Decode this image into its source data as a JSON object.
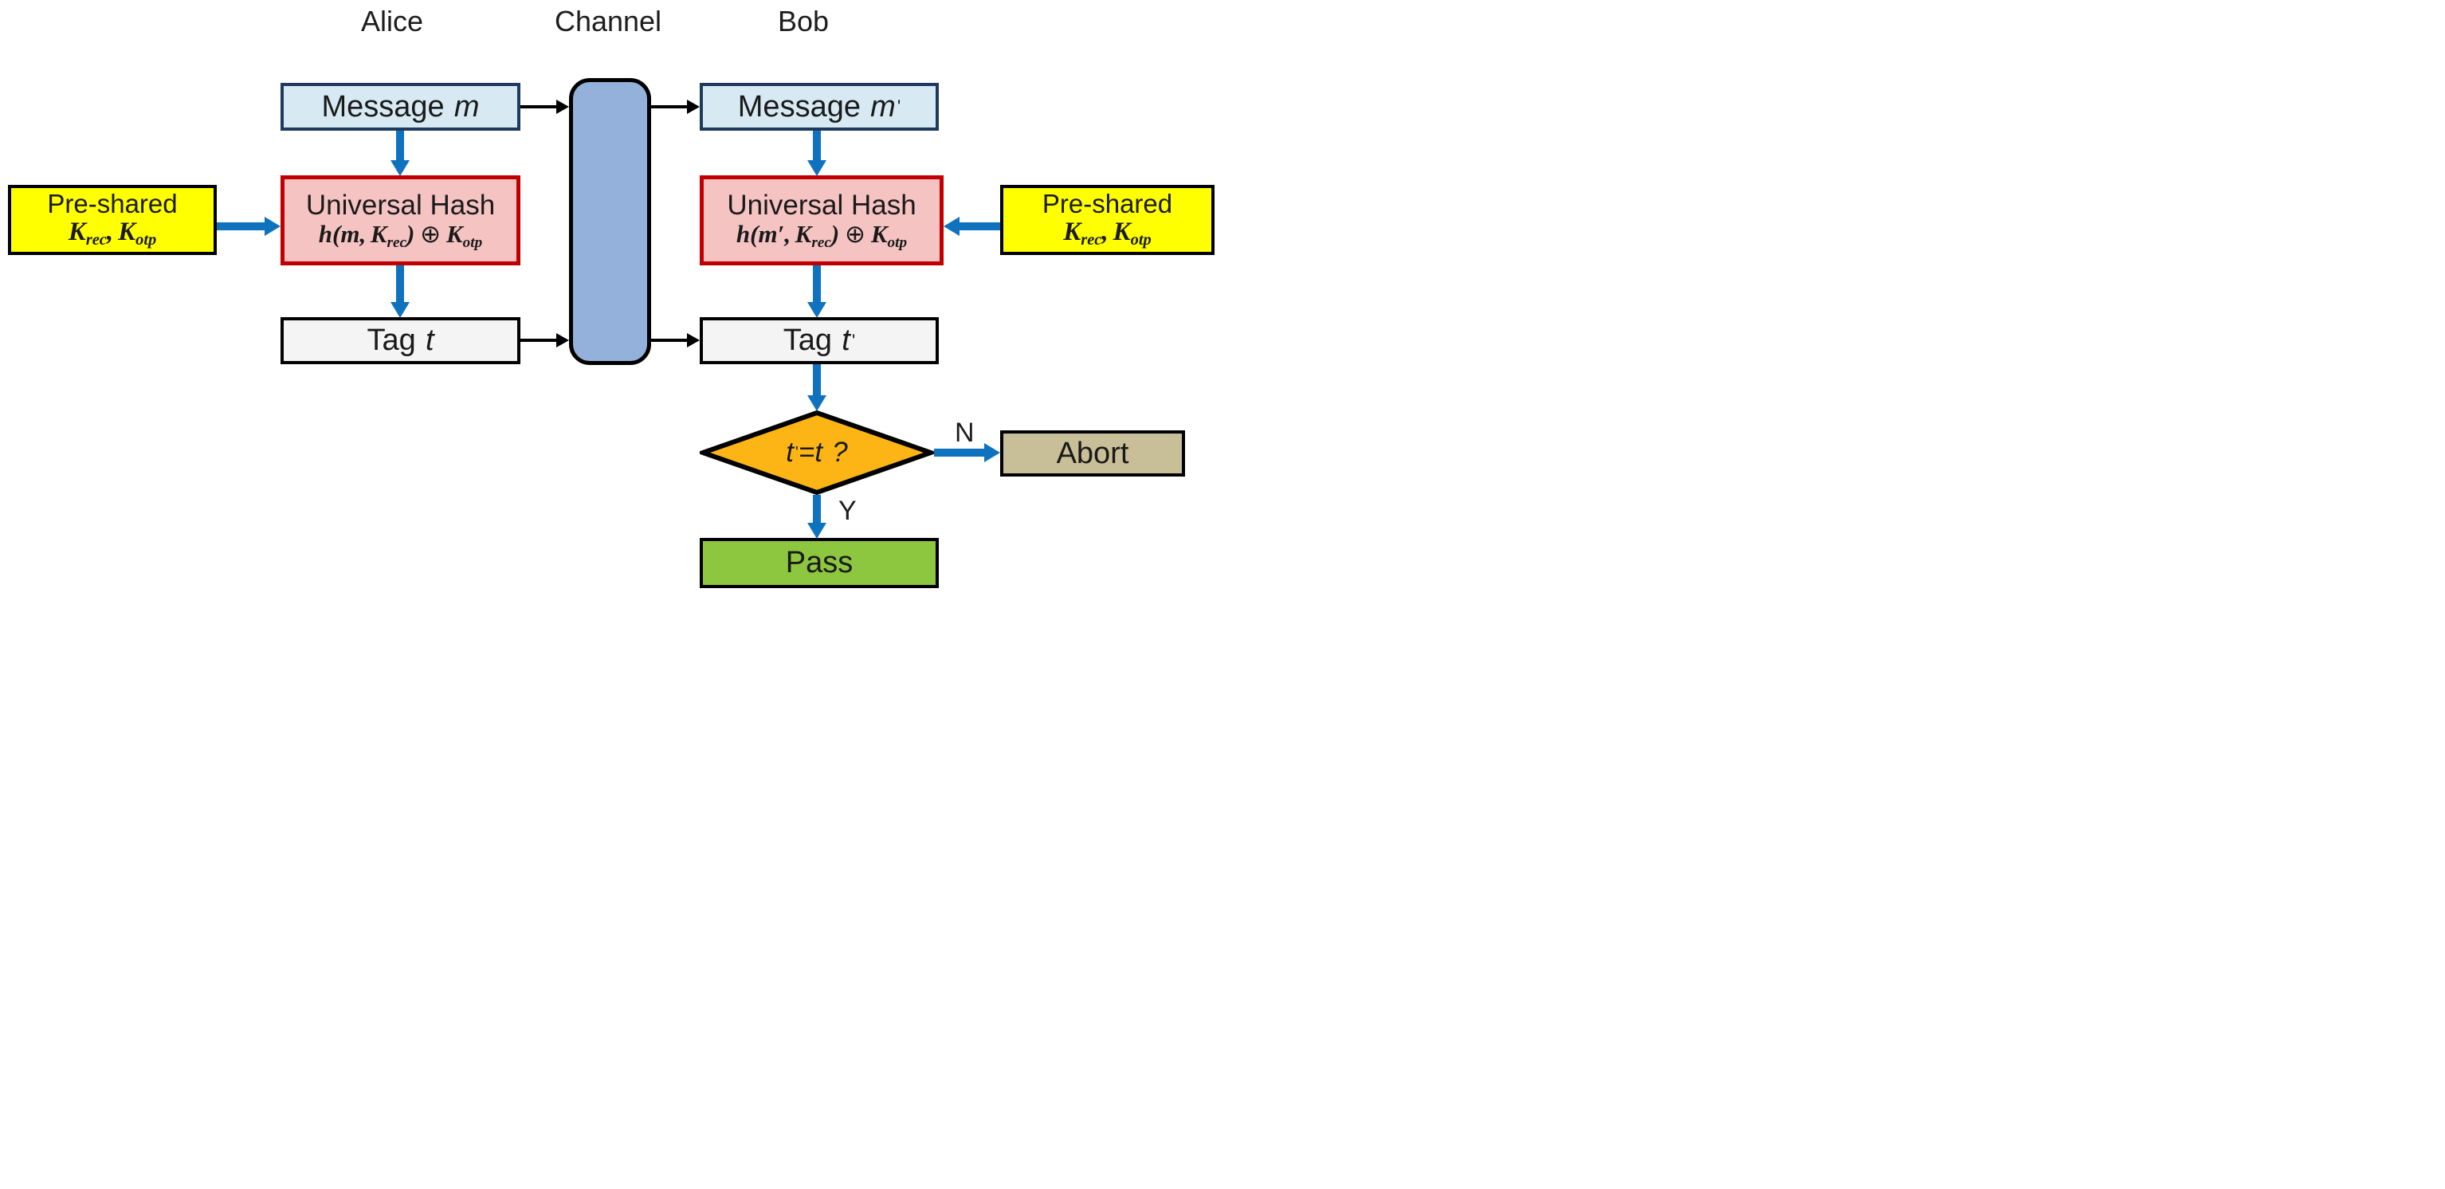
{
  "colors": {
    "message_fill": "#d7eaf4",
    "message_border": "#1f3a5f",
    "hash_fill": "#f6c3c3",
    "hash_border": "#c00000",
    "preshared_fill": "#ffff00",
    "tag_fill": "#f4f4f4",
    "channel_fill": "#93b1da",
    "diamond_fill": "#fdb515",
    "abort_fill": "#c8be97",
    "pass_fill": "#8dc63f",
    "arrow_blue": "#0f72bf",
    "ink": "#000000",
    "text": "#1a1a1a"
  },
  "header": {
    "alice": "Alice",
    "channel_label": "Channel",
    "bob": "Bob"
  },
  "alice_col": {
    "message": {
      "label": "Message",
      "var": "m"
    },
    "hash": {
      "title": "Universal Hash",
      "f": {
        "h": "h",
        "open": "(",
        "arg": "m",
        "comma": ",",
        "k1": "K",
        "sub1": "rec",
        "close": ")",
        "oplus": "⊕",
        "k2": "K",
        "sub2": "otp"
      }
    },
    "tag": {
      "label": "Tag",
      "var": "t"
    },
    "preshared": {
      "line1": "Pre-shared",
      "k1": "K",
      "sub1": "rec",
      "comma": ",",
      "k2": "K",
      "sub2": "otp"
    }
  },
  "bob_col": {
    "message": {
      "label": "Message",
      "var": "m",
      "prime": "'"
    },
    "hash": {
      "title": "Universal Hash",
      "f": {
        "h": "h",
        "open": "(",
        "arg": "m",
        "prime": "′",
        "comma": ",",
        "k1": "K",
        "sub1": "rec",
        "close": ")",
        "oplus": "⊕",
        "k2": "K",
        "sub2": "otp"
      }
    },
    "tag": {
      "label": "Tag",
      "var": "t",
      "prime": "'"
    },
    "preshared": {
      "line1": "Pre-shared",
      "k1": "K",
      "sub1": "rec",
      "comma": ",",
      "k2": "K",
      "sub2": "otp"
    },
    "decision": {
      "t1": "t",
      "prime": "'",
      "eq": "=",
      "t2": "t",
      "q": "?"
    },
    "branch": {
      "no": "N",
      "yes": "Y"
    },
    "abort": "Abort",
    "pass": "Pass"
  }
}
